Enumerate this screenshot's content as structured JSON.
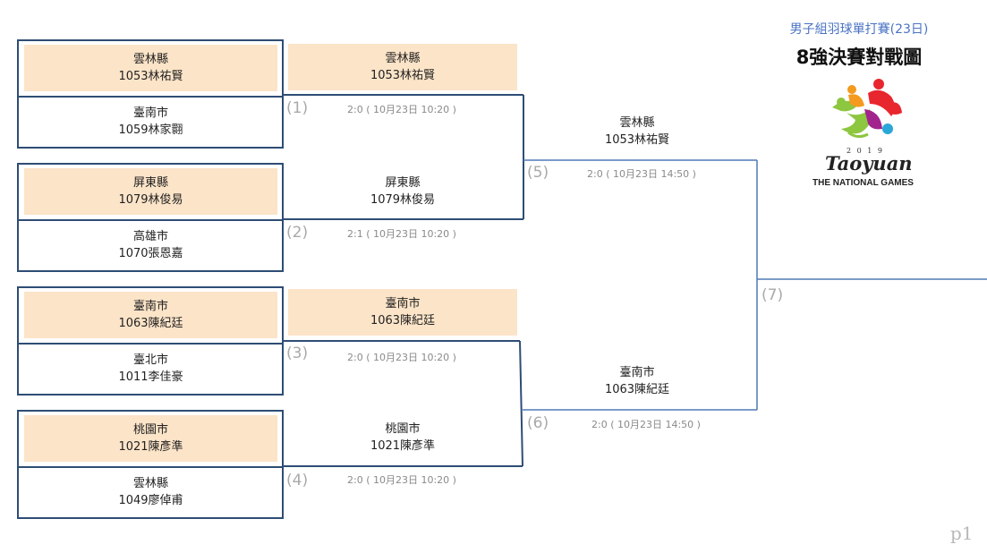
{
  "header": {
    "subtitle": "男子組羽球單打賽(23日)",
    "title": "8強決賽對戰圖"
  },
  "logo": {
    "year": "2 0 1 9",
    "city": "Taoyuan",
    "caption": "THE NATIONAL GAMES",
    "colors": [
      "#e8262e",
      "#f39a1f",
      "#8dc63f",
      "#2aa7d8",
      "#a3238e"
    ]
  },
  "round1": [
    {
      "winner": {
        "county": "雲林縣",
        "player": "1053林祐賢"
      },
      "loser": {
        "county": "臺南市",
        "player": "1059林家翾"
      }
    },
    {
      "winner": {
        "county": "屏東縣",
        "player": "1079林俊易"
      },
      "loser": {
        "county": "高雄市",
        "player": "1070張恩嘉"
      }
    },
    {
      "winner": {
        "county": "臺南市",
        "player": "1063陳紀廷"
      },
      "loser": {
        "county": "臺北市",
        "player": "1011李佳豪"
      }
    },
    {
      "winner": {
        "county": "桃園市",
        "player": "1021陳彥準"
      },
      "loser": {
        "county": "雲林縣",
        "player": "1049廖倬甫"
      }
    }
  ],
  "round2": [
    {
      "county": "雲林縣",
      "player": "1053林祐賢"
    },
    {
      "county": "屏東縣",
      "player": "1079林俊易"
    },
    {
      "county": "臺南市",
      "player": "1063陳紀廷"
    },
    {
      "county": "桃園市",
      "player": "1021陳彥準"
    }
  ],
  "round3": [
    {
      "county": "雲林縣",
      "player": "1053林祐賢"
    },
    {
      "county": "臺南市",
      "player": "1063陳紀廷"
    }
  ],
  "matches": [
    {
      "num": "(1)",
      "score": "2:0 ( 10月23日 10:20 )"
    },
    {
      "num": "(2)",
      "score": "2:1 ( 10月23日 10:20 )"
    },
    {
      "num": "(3)",
      "score": "2:0 ( 10月23日 10:20 )"
    },
    {
      "num": "(4)",
      "score": "2:0 ( 10月23日 10:20 )"
    },
    {
      "num": "(5)",
      "score": "2:0 ( 10月23日 14:50 )"
    },
    {
      "num": "(6)",
      "score": "2:0 ( 10月23日 14:50 )"
    },
    {
      "num": "(7)",
      "score": ""
    }
  ],
  "bracket_color": "#2e4d75",
  "line_color": "#4f7ab5",
  "winner_fill": "#fce4c8",
  "page_label": "p1"
}
